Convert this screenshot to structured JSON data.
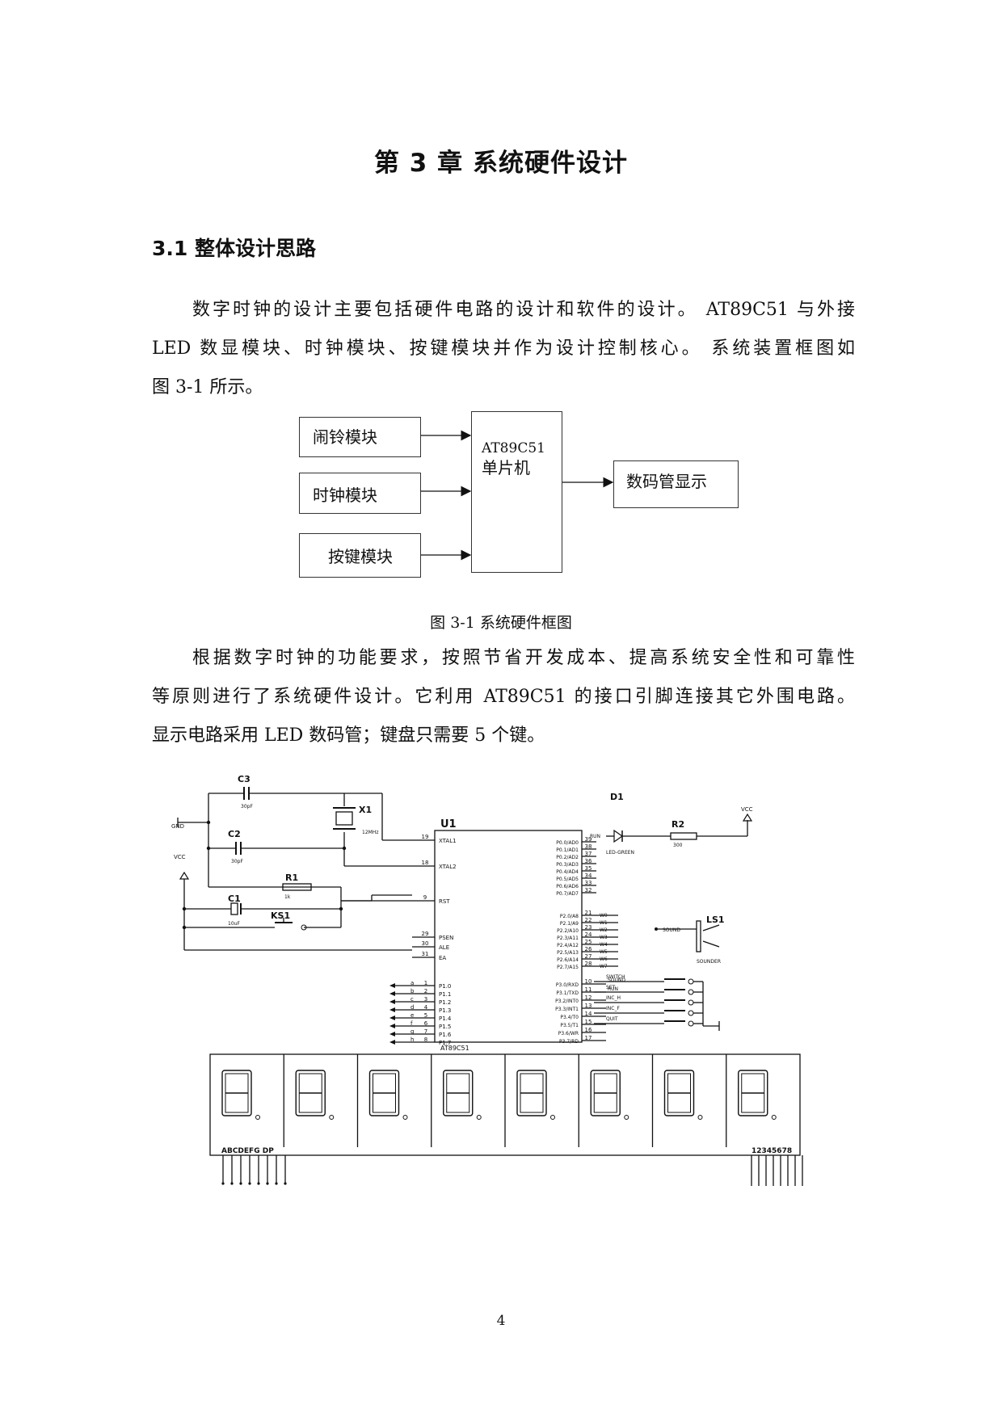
{
  "chapter_title": "第 3 章  系统硬件设计",
  "section_heading": "3.1 整体设计思路",
  "para1_lines": [
    "数字时钟的设计主要包括硬件电路的设计和软件的设计。 AT89C51 与外接",
    "LED 数显模块、时钟模块、按键模块并作为设计控制核心。 系统装置框图如",
    "图 3-1 所示。"
  ],
  "block_diagram": {
    "alarm_module": "闹铃模块",
    "clock_module": "时钟模块",
    "key_module": "按键模块",
    "mcu_model": "AT89C51",
    "mcu_label": "单片机",
    "display": "数码管显示"
  },
  "figure_caption": "图 3-1  系统硬件框图",
  "para2_lines": [
    "根据数字时钟的功能要求，按照节省开发成本、提高系统安全性和可靠性",
    "等原则进行了系统硬件设计。它利用 AT89C51 的接口引脚连接其它外围电路。",
    "显示电路采用 LED 数码管；键盘只需要 5 个键。"
  ],
  "schematic": {
    "labels": {
      "c3": "C3",
      "c3_val": "30pF",
      "c2": "C2",
      "c2_val": "30pF",
      "x1": "X1",
      "x1_val": "12MHz",
      "gnd": "GND",
      "vcc_left": "VCC",
      "vcc_right": "VCC",
      "r1": "R1",
      "r1_val": "1k",
      "c1": "C1",
      "c1_val": "10uF",
      "ks1": "KS1",
      "u1": "U1",
      "u1_part": "AT89C51",
      "d1": "D1",
      "d1_val": "LED-GREEN",
      "run": "RUN",
      "r2": "R2",
      "r2_val": "300",
      "ls1": "LS1",
      "sound": "SOUND",
      "sounder": "SOUNDER",
      "seg_letters": "ABCDEFG DP",
      "digit_numbers": "12345678",
      "run_net": "RUN",
      "sound_net": "SOUND"
    },
    "pins_left": [
      {
        "num": "19",
        "name": "XTAL1"
      },
      {
        "num": "18",
        "name": "XTAL2"
      },
      {
        "num": "9",
        "name": "RST"
      },
      {
        "num": "29",
        "name": "PSEN"
      },
      {
        "num": "30",
        "name": "ALE"
      },
      {
        "num": "31",
        "name": "EA"
      }
    ],
    "port1": [
      {
        "net": "a",
        "num": "1",
        "name": "P1.0"
      },
      {
        "net": "b",
        "num": "2",
        "name": "P1.1"
      },
      {
        "net": "c",
        "num": "3",
        "name": "P1.2"
      },
      {
        "net": "d",
        "num": "4",
        "name": "P1.3"
      },
      {
        "net": "e",
        "num": "5",
        "name": "P1.4"
      },
      {
        "net": "f",
        "num": "6",
        "name": "P1.5"
      },
      {
        "net": "g",
        "num": "7",
        "name": "P1.6"
      },
      {
        "net": "h",
        "num": "8",
        "name": "P1.7"
      }
    ],
    "port0": [
      {
        "num": "39",
        "name": "P0.0/AD0"
      },
      {
        "num": "38",
        "name": "P0.1/AD1"
      },
      {
        "num": "37",
        "name": "P0.2/AD2"
      },
      {
        "num": "36",
        "name": "P0.3/AD3"
      },
      {
        "num": "35",
        "name": "P0.4/AD4"
      },
      {
        "num": "34",
        "name": "P0.5/AD5"
      },
      {
        "num": "33",
        "name": "P0.6/AD6"
      },
      {
        "num": "32",
        "name": "P0.7/AD7"
      }
    ],
    "port2": [
      {
        "num": "21",
        "name": "P2.0/A8",
        "net": "W0"
      },
      {
        "num": "22",
        "name": "P2.1/A9",
        "net": "W1"
      },
      {
        "num": "23",
        "name": "P2.2/A10",
        "net": "W2"
      },
      {
        "num": "24",
        "name": "P2.3/A11",
        "net": "W3"
      },
      {
        "num": "25",
        "name": "P2.4/A12",
        "net": "W4"
      },
      {
        "num": "26",
        "name": "P2.5/A13",
        "net": "W5"
      },
      {
        "num": "27",
        "name": "P2.6/A14",
        "net": "W6"
      },
      {
        "num": "28",
        "name": "P2.7/A15",
        "net": "W7"
      }
    ],
    "port3": [
      {
        "num": "10",
        "name": "P3.0/RXD"
      },
      {
        "num": "11",
        "name": "P3.1/TXD"
      },
      {
        "num": "12",
        "name": "P3.2/INT0"
      },
      {
        "num": "13",
        "name": "P3.3/INT1"
      },
      {
        "num": "14",
        "name": "P3.4/T0"
      },
      {
        "num": "15",
        "name": "P3.5/T1"
      },
      {
        "num": "16",
        "name": "P3.6/WR"
      },
      {
        "num": "17",
        "name": "P3.7/RD"
      }
    ],
    "switches": [
      "SWITCH",
      "SET",
      "INC_H",
      "INC_F",
      "QUIT"
    ],
    "digit_count": 8
  },
  "page_number": "4"
}
